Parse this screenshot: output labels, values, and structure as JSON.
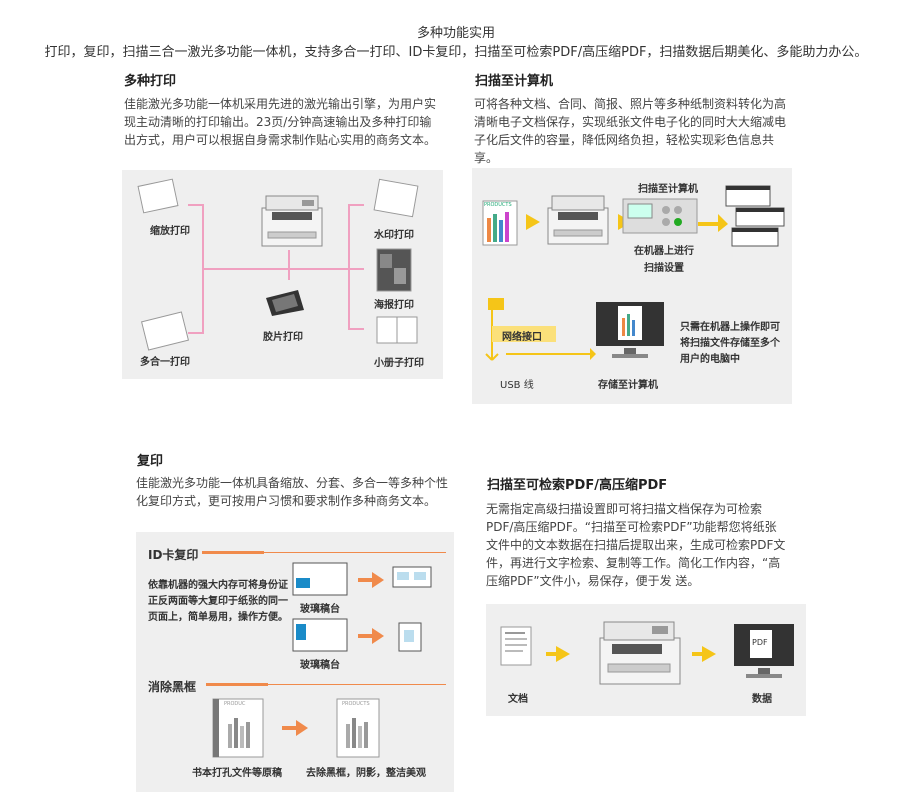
{
  "header": {
    "title": "多种功能实用",
    "subtitle": "打印，复印，扫描三合一激光多功能一体机，支持多合一打印、ID卡复印，扫描至可检索PDF/高压缩PDF，扫描数据后期美化、多能助力办公。"
  },
  "print_section": {
    "title": "多种打印",
    "text": "佳能激光多功能一体机采用先进的激光输出引擎，为用户实现主动清晰的打印输出。23页/分钟高速输出及多种打印输出方式，用户可以根据自身需求制作贴心实用的商务文本。",
    "labels": {
      "zoom": "缩放打印",
      "multi": "多合一打印",
      "film": "胶片打印",
      "watermark": "水印打印",
      "poster": "海报打印",
      "booklet": "小册子打印"
    }
  },
  "scan_pc_section": {
    "title": "扫描至计算机",
    "text": "可将各种文档、合同、简报、照片等多种纸制资料转化为高清晰电子文档保存，实现纸张文件电子化的同时大大缩减电子化后文件的容量，降低网络负担，轻松实现彩色信息共享。",
    "labels": {
      "products": "PRODUCTS",
      "scan_to_pc": "扫描至计算机",
      "on_machine_1": "在机器上进行",
      "on_machine_2": "扫描设置",
      "network": "网络接口",
      "usb": "USB 线",
      "save_pc": "存储至计算机",
      "note_1": "只需在机器上操作即可",
      "note_2": "将扫描文件存储至多个",
      "note_3": "用户的电脑中"
    }
  },
  "copy_section": {
    "title": "复印",
    "text": "佳能激光多功能一体机具备缩放、分套、多合一等多种个性化复印方式，更可按用户习惯和要求制作多种商务文本。",
    "labels": {
      "id_copy": "ID卡复印",
      "id_desc": "依靠机器的强大内存可将身份证正反两面等大复印于纸张的同一页面上，简单易用，操作方便。",
      "glass_1": "玻璃稿台",
      "glass_2": "玻璃稿台",
      "erase": "消除黑框",
      "products_1": "PRODUC",
      "products_2": "PRODUCTS",
      "original": "书本打孔文件等原稿",
      "result": "去除黑框，阴影，整洁美观"
    }
  },
  "scan_pdf_section": {
    "title": "扫描至可检索PDF/高压缩PDF",
    "text": "无需指定高级扫描设置即可将扫描文档保存为可检索PDF/高压缩PDF。“扫描至可检索PDF”功能帮您将纸张文件中的文本数据在扫描后提取出来，生成可检索PDF文件，再进行文字检索、复制等工作。简化工作内容，“高压缩PDF”文件小，易保存，便于发 送。",
    "labels": {
      "doc": "文档",
      "data": "数据",
      "pdf": "PDF"
    }
  },
  "colors": {
    "pink_line": "#f0a0c0",
    "yellow_arrow": "#f5c518",
    "orange_accent": "#f08a4b",
    "panel_bg": "#efefef"
  }
}
